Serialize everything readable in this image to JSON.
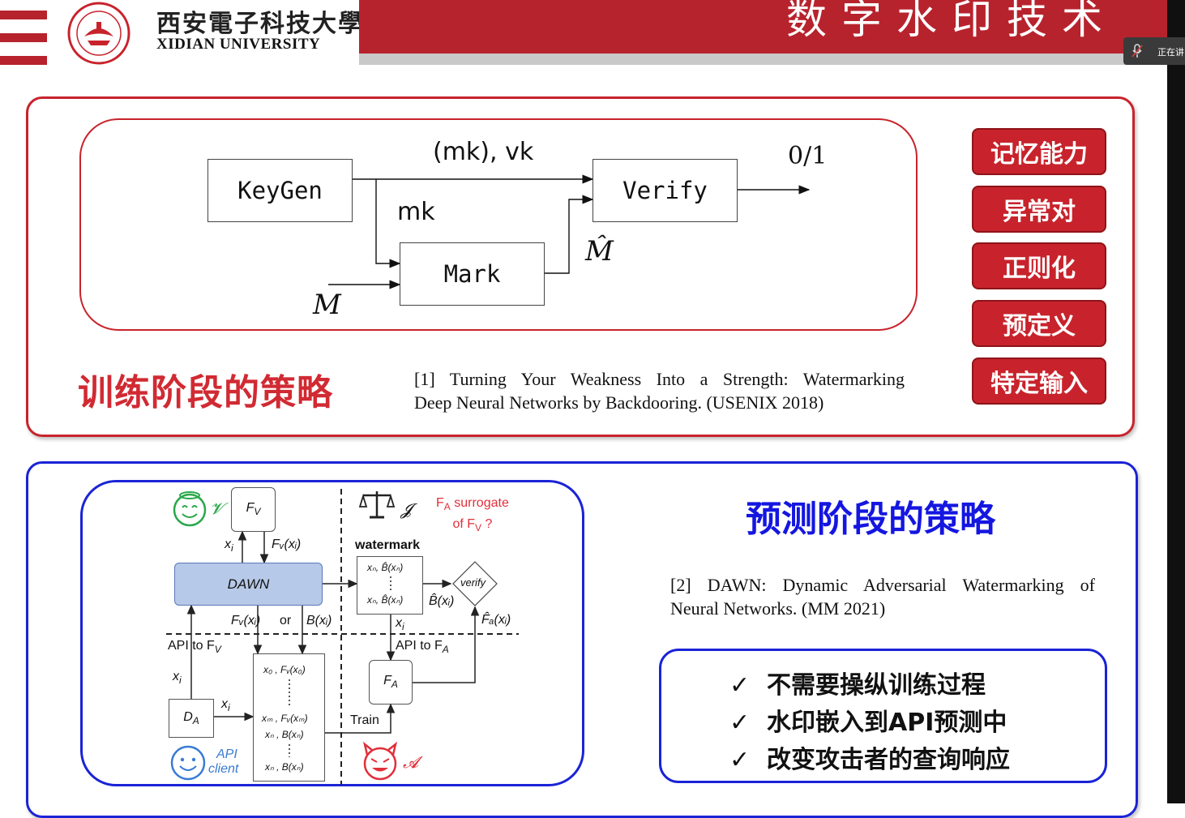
{
  "header": {
    "university_cn": "西安電子科技大學",
    "university_en": "XIDIAN UNIVERSITY",
    "slide_title": "数字水印技术",
    "meeting_status": "正在讲"
  },
  "training": {
    "section_title": "训练阶段的策略",
    "diagram": {
      "keygen": "KeyGen",
      "verify": "Verify",
      "mark": "Mark",
      "keys_label": "(mk), vk",
      "mk_label": "mk",
      "output_label": "0/1",
      "input_label": "M",
      "marked_label": "M̂"
    },
    "reference_line1": "[1] Turning Your Weakness Into a Strength: Watermarking",
    "reference_line2": "Deep Neural Networks by Backdooring. (USENIX 2018)",
    "tags": [
      "记忆能力",
      "异常对",
      "正则化",
      "预定义",
      "特定输入"
    ]
  },
  "prediction": {
    "section_title": "预测阶段的策略",
    "reference_line1": "[2] DAWN: Dynamic Adversarial Watermarking of",
    "reference_line2": "Neural Networks. (MM 2021)",
    "check_mark": "✓",
    "benefits": [
      "不需要操纵训练过程",
      "水印嵌入到API预测中",
      "改变攻击者的查询响应"
    ],
    "dawn": {
      "fv": "F",
      "fv_sub": "V",
      "v_symbol": "𝓥",
      "xi": "x",
      "xi_sub": "i",
      "fv_xi": "Fᵥ(xᵢ)",
      "dawn_box": "DAWN",
      "fvxi_or": "Fᵥ(xᵢ)",
      "or": "or",
      "bxi": "B(xᵢ)",
      "api_fv": "API to F",
      "api_fv_sub": "V",
      "api_fa": "API to F",
      "api_fa_sub": "A",
      "judge_symbol": "𝓙",
      "watermark": "watermark",
      "wm_row1": "xₙ, B̂(xₙ)",
      "wm_row2": "xₙ, B̂(xₙ)",
      "b_hat": "B̂(xᵢ)",
      "fa_surrogate_1": "F",
      "fa_surrogate_sub": "A",
      "fa_surrogate_2": " surrogate",
      "fa_surrogate_3": "of F",
      "fa_surrogate_3_sub": "V",
      "fa_surrogate_4": " ?",
      "verify": "verify",
      "fa_hat": "F̂ₐ(xᵢ)",
      "fa": "F",
      "fa_sub": "A",
      "train": "Train",
      "da": "D",
      "da_sub": "A",
      "api_client_1": "API",
      "api_client_2": "client",
      "a_symbol": "𝓐",
      "st_row1": "x₀ , Fᵥ(x₀)",
      "st_row2": "xₘ , Fᵥ(xₘ)",
      "st_row3": "xₙ , B(xₙ)",
      "st_row4": "xₙ , B(xₙ)"
    }
  },
  "colors": {
    "brand_red": "#b7232d",
    "panel_red": "#c8232c",
    "panel_blue": "#1a23d6",
    "title_blue": "#1416e0",
    "dawn_box": "#b7c9e8",
    "green": "#2aa84a",
    "red_accent": "#e0303a"
  }
}
